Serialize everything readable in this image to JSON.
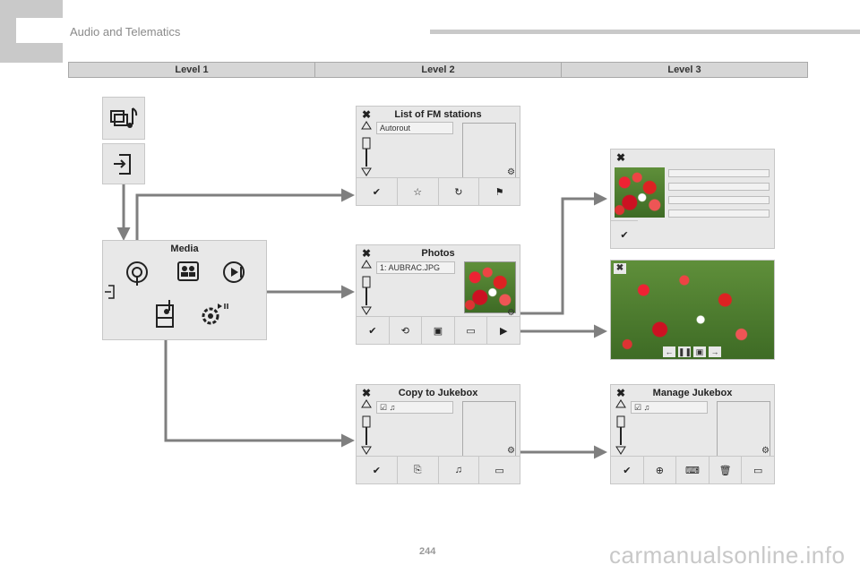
{
  "header": {
    "title": "Audio and Telematics"
  },
  "levels": [
    "Level 1",
    "Level 2",
    "Level 3"
  ],
  "media_panel": {
    "title": "Media"
  },
  "panels": {
    "fm": {
      "title": "List of FM stations",
      "field": "Autorout"
    },
    "photos": {
      "title": "Photos",
      "field": "1: AUBRAC.JPG"
    },
    "copy": {
      "title": "Copy to Jukebox"
    },
    "manage": {
      "title": "Manage Jukebox"
    }
  },
  "page_number": "244",
  "watermark": "carmanualsonline.info",
  "colors": {
    "arrow": "#7f7f7f",
    "panel": "#e8e8e8",
    "tab": "#c9c9c9"
  },
  "icons": [
    "close-icon",
    "check-icon",
    "up-arrow-icon",
    "down-arrow-icon",
    "list-settings-icon",
    "music-source-icon",
    "input-icon",
    "radio-icon",
    "photo-icon",
    "video-play-icon",
    "jukebox-icon",
    "settings-icon",
    "prev-icon",
    "pause-icon",
    "next-icon"
  ]
}
